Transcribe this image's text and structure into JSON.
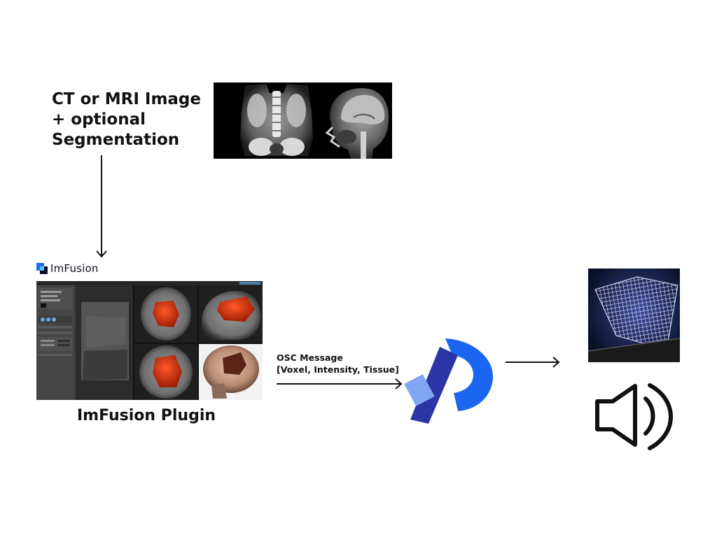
{
  "input": {
    "label_lines": [
      "CT or MRI Image",
      "+ optional",
      "Segmentation"
    ]
  },
  "imfusion": {
    "logo_text": "ImFusion",
    "caption": "ImFusion Plugin"
  },
  "osc": {
    "line1": "OSC Message",
    "line2": "[Voxel, Intensity, Tissue]"
  },
  "icons": {
    "scan": "ct-mri-scan-image",
    "app": "imfusion-app-screenshot",
    "engine": "audiovisual-engine-logo",
    "render": "wireframe-visualization-image",
    "speaker": "speaker-icon"
  },
  "colors": {
    "logo_blue": "#1a66f0",
    "logo_navy": "#2b35a6",
    "logo_light": "#7ea6f2",
    "arrow": "#111111"
  }
}
